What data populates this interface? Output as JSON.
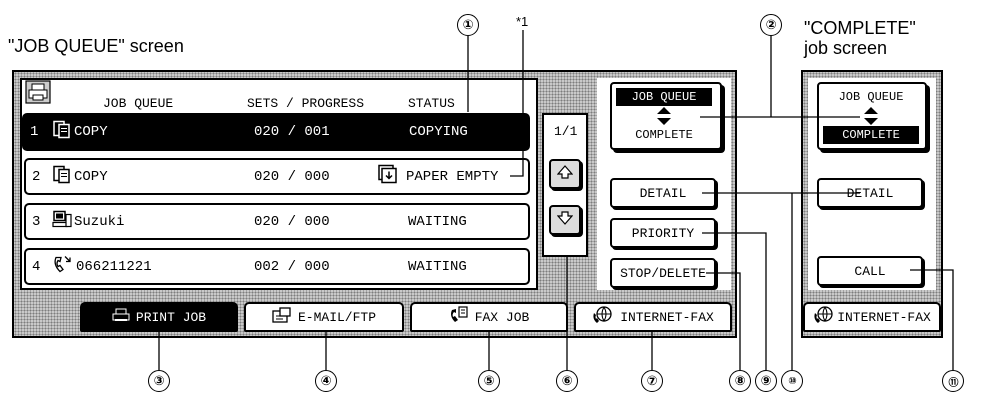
{
  "captions": {
    "job_queue_screen": "\"JOB QUEUE\" screen",
    "complete_screen_line1": "\"COMPLETE\"",
    "complete_screen_line2": "job screen"
  },
  "note_marker": "*1",
  "callouts": [
    "①",
    "②",
    "③",
    "④",
    "⑤",
    "⑥",
    "⑦",
    "⑧",
    "⑨",
    "⑩",
    "⑪"
  ],
  "queue": {
    "headers": {
      "name": "JOB QUEUE",
      "progress": "SETS / PROGRESS",
      "status": "STATUS"
    },
    "rows": [
      {
        "num": "1",
        "icon": "copy-icon",
        "name": "COPY",
        "progress": "020 / 001",
        "status": "COPYING",
        "selected": true
      },
      {
        "num": "2",
        "icon": "copy-icon",
        "name": "COPY",
        "progress": "020 / 000",
        "status": "PAPER EMPTY",
        "status_icon": "paper-empty-icon",
        "selected": false
      },
      {
        "num": "3",
        "icon": "pc-icon",
        "name": "Suzuki",
        "progress": "020 / 000",
        "status": "WAITING",
        "selected": false
      },
      {
        "num": "4",
        "icon": "fax-call-icon",
        "name": "066211221",
        "progress": "002 / 000",
        "status": "WAITING",
        "selected": false
      }
    ],
    "page_indicator": "1/1"
  },
  "buttons": {
    "job_queue_top": "JOB QUEUE",
    "complete_bottom": "COMPLETE",
    "detail": "DETAIL",
    "priority": "PRIORITY",
    "stop_delete": "STOP/DELETE"
  },
  "tabs": [
    {
      "label": "PRINT JOB",
      "icon": "printer-icon",
      "active": true
    },
    {
      "label": "E-MAIL/FTP",
      "icon": "email-icon",
      "active": false
    },
    {
      "label": "FAX JOB",
      "icon": "fax-icon",
      "active": false
    },
    {
      "label": "INTERNET-FAX",
      "icon": "globe-icon",
      "active": false
    }
  ],
  "complete_screen": {
    "toggle_top": "JOB QUEUE",
    "toggle_bottom": "COMPLETE",
    "detail": "DETAIL",
    "call": "CALL",
    "tab": "INTERNET-FAX"
  }
}
